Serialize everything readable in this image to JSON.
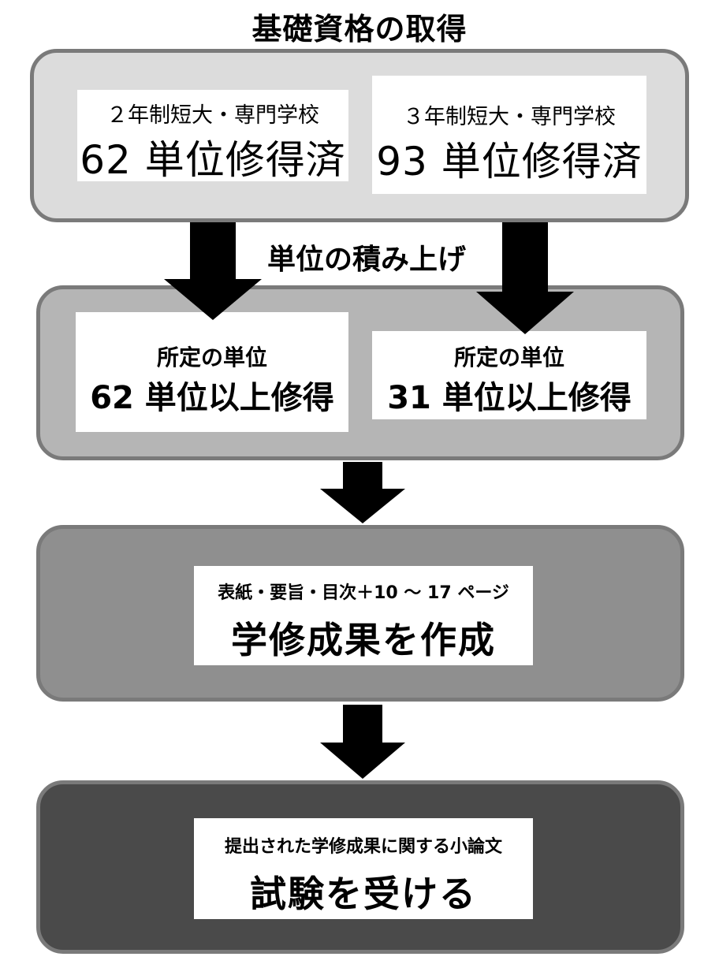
{
  "title": "基礎資格の取得",
  "step1": {
    "left": {
      "line1": "２年制短大・専門学校",
      "line2": "62 単位修得済"
    },
    "right": {
      "line1": "３年制短大・専門学校",
      "line2": "93 単位修得済"
    }
  },
  "accumulation_label": "単位の積み上げ",
  "step2": {
    "left": {
      "line1": "所定の単位",
      "line2": "62 単位以上修得"
    },
    "right": {
      "line1": "所定の単位",
      "line2": "31 単位以上修得"
    }
  },
  "step3": {
    "caption": "表紙・要旨・目次＋10 〜 17 ページ",
    "main": "学修成果を作成"
  },
  "step4": {
    "caption": "提出された学修成果に関する小論文",
    "main": "試験を受ける"
  },
  "colors": {
    "panel1": "#dcdcdc",
    "panel2": "#b5b5b5",
    "panel3": "#8f8f8f",
    "panel4": "#4a4a4a",
    "border": "#7a7a7a",
    "arrow": "#000000"
  }
}
